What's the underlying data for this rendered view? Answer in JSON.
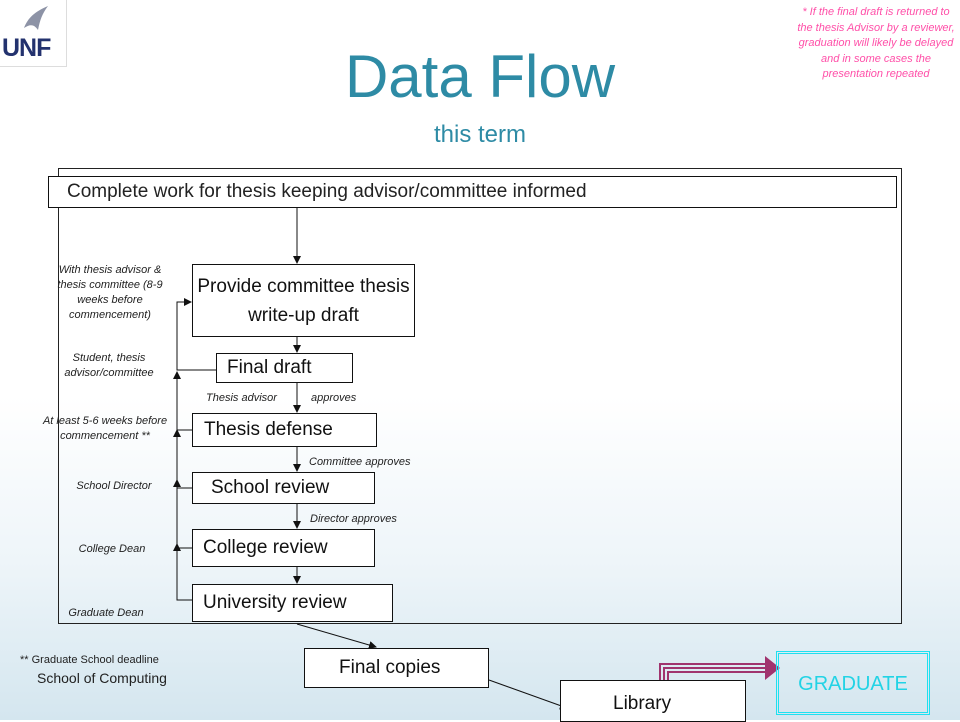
{
  "header": {
    "logo_text": "UNF",
    "title": "Data Flow",
    "subtitle": "this term",
    "note": "* If the final draft is returned to the thesis Advisor by a reviewer, graduation will likely be delayed and in some cases the presentation repeated"
  },
  "flow": {
    "top": "Complete work for thesis keeping advisor/committee informed",
    "provide": "Provide committee thesis write-up draft",
    "final_draft": "Final draft",
    "defense": "Thesis defense",
    "school": "School review",
    "college": "College review",
    "university": "University review",
    "copies": "Final copies",
    "library": "Library",
    "graduate": "GRADUATE"
  },
  "edge_labels": {
    "advisor": "Thesis advisor",
    "approves": "approves",
    "committee": "Committee approves",
    "director": "Director approves"
  },
  "roles": {
    "with_advisor": "With thesis advisor & thesis committee (8-9 weeks before commencement)",
    "student": "Student, thesis advisor/committee",
    "at_least": "At least 5-6 weeks before commencement **",
    "director": "School Director",
    "dean": "College Dean",
    "grad_dean": "Graduate Dean"
  },
  "footer": {
    "deadline": "** Graduate School deadline",
    "school": "School of Computing"
  },
  "colors": {
    "title": "#2e8ba5",
    "note": "#ff4fa8",
    "graduate": "#22d3e5",
    "connector": "#a0346e"
  }
}
